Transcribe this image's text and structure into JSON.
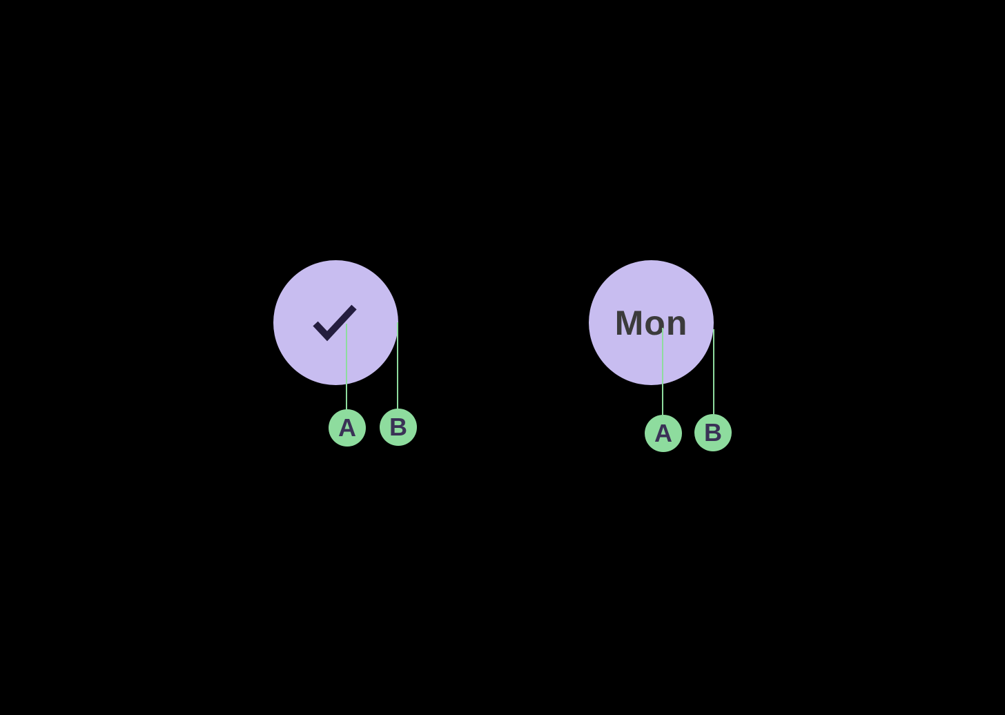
{
  "canvas": {
    "background": "#000000"
  },
  "colors": {
    "canvas_bg": "#000000",
    "day_circle_fill": "#c8bdf0",
    "check_color": "#241d3e",
    "day_label_color": "#3b3b3b",
    "annotation_green": "#8edc9e",
    "annotation_label_color": "#3a3156"
  },
  "checked_day": {
    "state": "checked",
    "icon": "checkmark",
    "annotations": [
      {
        "label": "A",
        "points_to": "checkmark"
      },
      {
        "label": "B",
        "points_to": "circle-edge"
      }
    ]
  },
  "labeled_day": {
    "label": "Mon",
    "annotations": [
      {
        "label": "A",
        "points_to": "day-label"
      },
      {
        "label": "B",
        "points_to": "circle-edge"
      }
    ]
  }
}
